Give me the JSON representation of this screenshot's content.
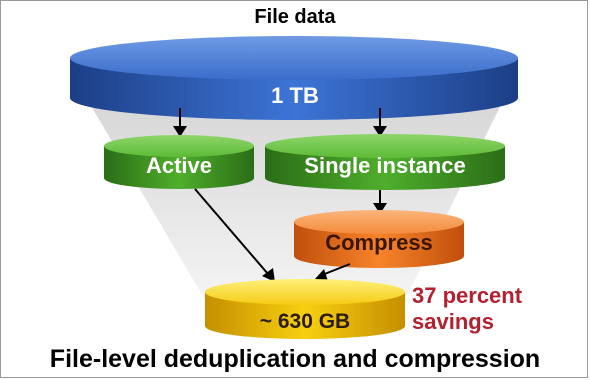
{
  "diagram": {
    "title": "File data",
    "source_volume": "1 TB",
    "active_label": "Active",
    "single_instance_label": "Single instance",
    "compress_label": "Compress",
    "result_volume": "~ 630 GB",
    "savings_line1": "37 percent",
    "savings_line2": "savings",
    "caption": "File-level deduplication and compression"
  },
  "colors": {
    "source_disk": "#2f66c4",
    "active_disk": "#4aa329",
    "single_instance_disk": "#4aa329",
    "compress_disk": "#f27a1f",
    "result_disk": "#f2c400",
    "savings_text": "#b3202f",
    "funnel": "#d8d8d8"
  }
}
